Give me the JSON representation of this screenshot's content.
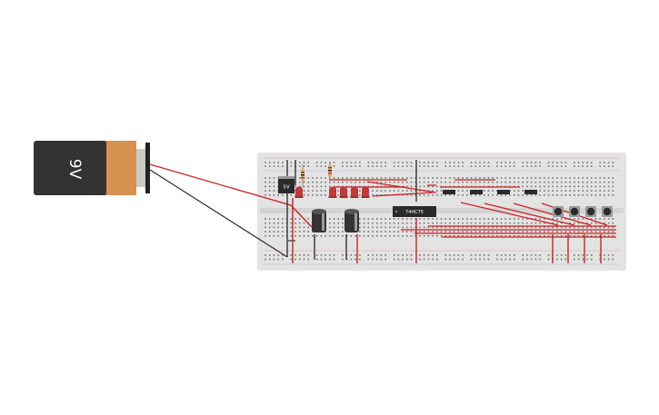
{
  "battery": {
    "label": "9V",
    "body_color": "#333333",
    "cap_color": "#d4914f",
    "terminal_color": "#222222"
  },
  "breadboard": {
    "color": "#e3e3e3",
    "hole_color": "#4a4a4a",
    "rail_line_colors": [
      "#d33333",
      "#3b6fd6"
    ]
  },
  "regulator": {
    "label": "5V",
    "color": "#2a2a2a"
  },
  "ic": {
    "label": "74HC75",
    "color": "#2a2a2a",
    "text_color": "#ffffff"
  },
  "led_color": "#c0393b",
  "capacitor_color": "#333333",
  "button_cap_color": "#2b2b2b",
  "resistor_color": "#d8b07a",
  "wire_colors": {
    "positive": "#d01f1f",
    "negative": "#333333"
  }
}
